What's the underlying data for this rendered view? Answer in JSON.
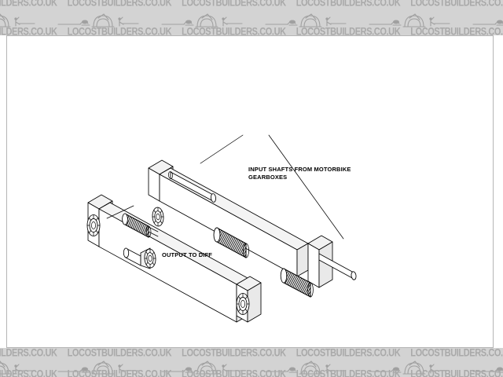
{
  "watermark": {
    "text": "LOCOSTBUILDERS.CO.UK",
    "repeat_count": 7,
    "icon_name": "locost-car-silhouette",
    "band_color": "#d3d3d3",
    "text_color": "#a9a9a9"
  },
  "diagram": {
    "title": "twin-motorbike-gearbox-adapter-assembly",
    "type": "isometric-line-drawing",
    "line_color": "#000000",
    "face_fill": "#ffffff",
    "shade_fill": "#e8e8e8",
    "annotations": [
      {
        "id": "input-shafts",
        "text_line1": "INPUT SHAFTS FROM MOTORBIKE",
        "text_line2": "GEARBOXES",
        "leader_count": 2
      },
      {
        "id": "output-to-diff",
        "text_line1": "OUTPUT TO DIFF",
        "text_line2": "",
        "leader_count": 1
      }
    ],
    "components": [
      {
        "name": "front-mounting-plate",
        "count": 1
      },
      {
        "name": "rear-mounting-plate",
        "count": 1
      },
      {
        "name": "roller-bearing",
        "count": 4
      },
      {
        "name": "splined-gear",
        "count": 3
      },
      {
        "name": "input-shaft-stub",
        "count": 2
      },
      {
        "name": "output-shaft-stub",
        "count": 1
      }
    ]
  }
}
